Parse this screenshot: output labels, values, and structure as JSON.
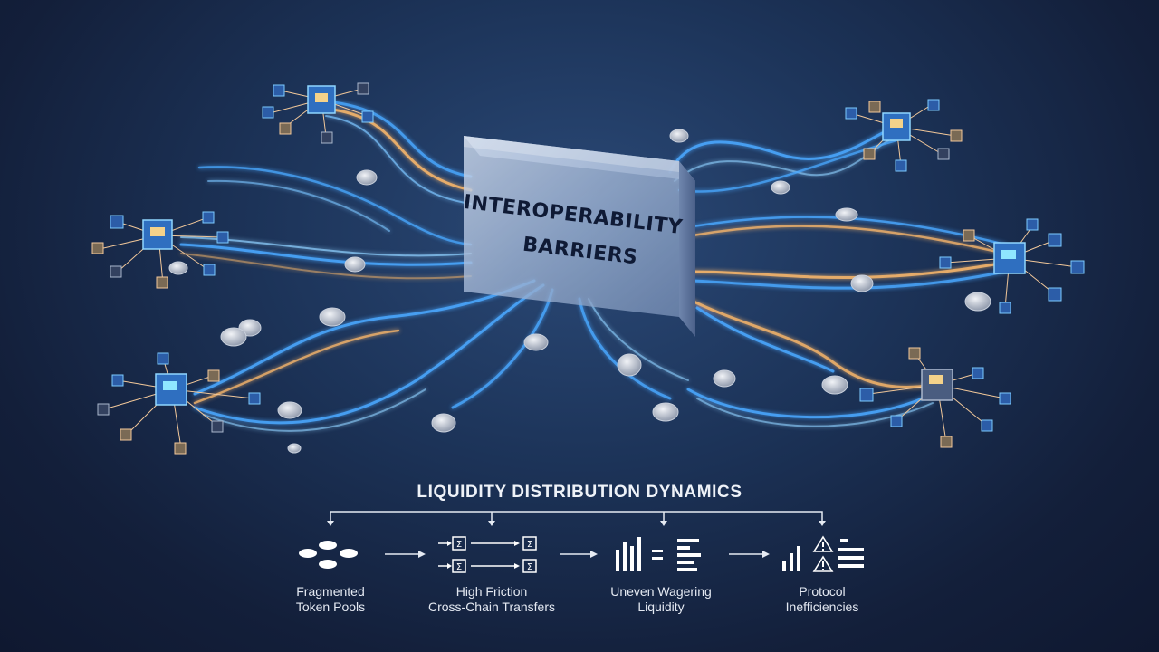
{
  "barrier": {
    "line1": "INTEROPERABILITY",
    "line2": "BARRIERS"
  },
  "panel": {
    "title": "LIQUIDITY DISTRIBUTION DYNAMICS",
    "steps": [
      {
        "line1": "Fragmented",
        "line2": "Token Pools",
        "icon": "fragments-icon"
      },
      {
        "line1": "High Friction",
        "line2": "Cross-Chain Transfers",
        "icon": "transfer-icon"
      },
      {
        "line1": "Uneven Wagering",
        "line2": "Liquidity",
        "icon": "bar-chart-icon"
      },
      {
        "line1": "Protocol",
        "line2": "Inefficiencies",
        "icon": "warning-icon"
      }
    ]
  },
  "colors": {
    "background": "#1c3358",
    "stream_blue": "#4aa8ff",
    "stream_orange": "#f2b36a",
    "node_glow": "#6ed0ff"
  }
}
